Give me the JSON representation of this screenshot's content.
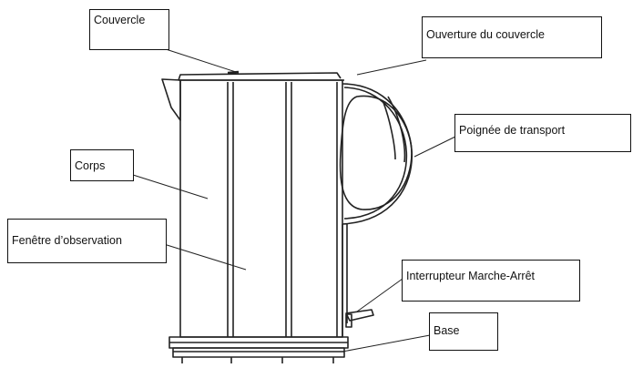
{
  "labels": {
    "couvercle": "Couvercle",
    "ouverture": "Ouverture du couvercle",
    "poignee": "Poignée de transport",
    "corps": "Corps",
    "fenetre": "Fenêtre d’observation",
    "interrupteur": "Interrupteur Marche-Arrêt",
    "base": "Base"
  },
  "colors": {
    "line": "#222222",
    "background": "#ffffff"
  }
}
